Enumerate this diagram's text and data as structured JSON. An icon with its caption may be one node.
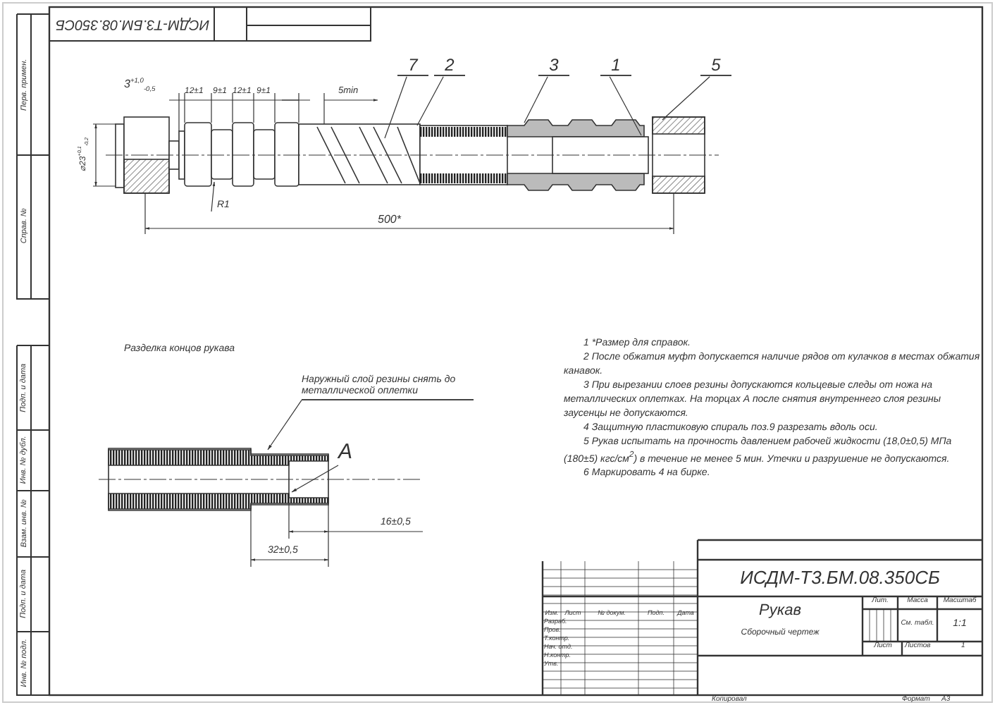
{
  "diagram": {
    "nodes": [
      {
        "text": [
          "7"
        ]
      },
      {
        "text": [
          "2"
        ]
      },
      {
        "text": [
          "3"
        ]
      },
      {
        "text": [
          "1"
        ]
      },
      {
        "text": [
          "5"
        ]
      },
      {
        "text": [
          "Наружный слой резины снять до металлической оплетки"
        ]
      },
      {
        "text": [
          "A"
        ]
      }
    ],
    "edges": [
      {
        "from": 0,
        "to": null,
        "arrow": "none"
      },
      {
        "from": 1,
        "to": null,
        "arrow": "none"
      },
      {
        "from": 2,
        "to": null,
        "arrow": "none"
      },
      {
        "from": 3,
        "to": null,
        "arrow": "none"
      },
      {
        "from": 4,
        "to": null,
        "arrow": "none"
      },
      {
        "from": 5,
        "to": null,
        "arrow": "to"
      },
      {
        "from": 6,
        "to": null,
        "arrow": "to"
      }
    ],
    "labels": [
      "ИСДМ-Т3.БМ.08.350СБ",
      "Перв. примен.",
      "Справ. №",
      "Подп. и дата",
      "Инв. № дубл.",
      "Взам. инв. №",
      "Подп. и дата",
      "Инв. № подл.",
      "3$^{+1,0}$$_{-0,5}$",
      "12±1",
      "9±1",
      "12±1",
      "9±1",
      "5min",
      "⌀23$^{+0,1}$$_{-0,2}$",
      "R1",
      "500*",
      "Разделка концов рукава",
      "16±0,5",
      "32±0,5",
      "1 *Размер для справок.",
      "2 После обжатия муфт допускается наличие рядов от кулачков в местах обжатия канавок.",
      "3 При вырезании слоев резины допускаются кольцевые следы от ножа на металлических оплетках. На торцах А после снятия внутреннего слоя резины заусенцы не допускаются.",
      "4 Защитную пластиковую спираль поз.9 разрезать вдоль оси.",
      "5 Рукав испытать на прочность давлением рабочей жидкости (18,0±0,5) МПа (180±5) кгс/см$^{2}$) в течение не менее 5 мин. Утечки и разрушение не допускаются.",
      "6 Маркировать 4 на бирке.",
      "ИСДМ-Т3.БМ.08.350СБ",
      "Лит.",
      "Масса",
      "Масштаб",
      "Рукав",
      "Изм.",
      "Лист",
      "№ докум.",
      "Подп.",
      "Дата",
      "Разраб.",
      "См. табл.",
      "1:1",
      "Пров.",
      "Сборочный чертеж",
      "Т.контр.",
      "Нач. отд.",
      "Лист",
      "Листов",
      "1",
      "Н.контр.",
      "Утв.",
      "Копировал",
      "Формат",
      "A3"
    ]
  }
}
